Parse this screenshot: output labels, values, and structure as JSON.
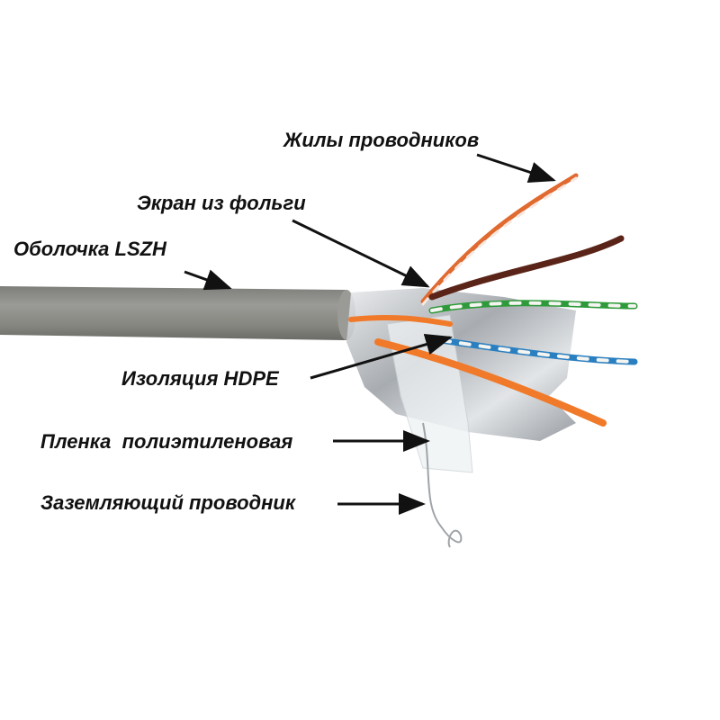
{
  "labels": {
    "conductors": "Жилы проводников",
    "foil_screen": "Экран из фольги",
    "jacket": "Оболочка LSZH",
    "insulation": "Изоляция HDPE",
    "film": "Пленка  полиэтиленовая",
    "ground_wire": "Заземляющий проводник"
  },
  "colors": {
    "jacket": "#8a8a86",
    "green": "#2e9a3a",
    "blue": "#2a7fc0",
    "orange": "#f07a2a",
    "brown": "#5a2418",
    "foil": "#c8ccd0"
  }
}
